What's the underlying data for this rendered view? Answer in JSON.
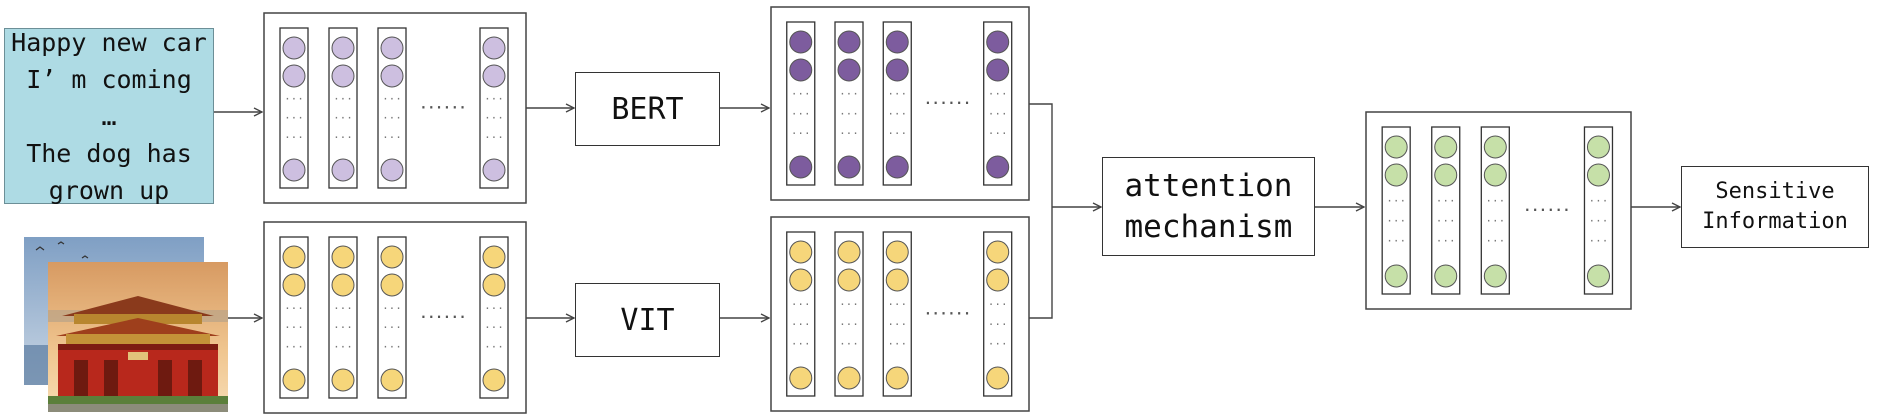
{
  "input_text": {
    "lines": [
      "Happy new car",
      "I’ m coming",
      "…",
      "The dog has",
      "grown up"
    ]
  },
  "processors": {
    "bert": "BERT",
    "vit": "VIT",
    "attention_line1": "attention",
    "attention_line2": "mechanism",
    "output_line1": "Sensitive",
    "output_line2": "Information"
  },
  "colors": {
    "text_input_bg": "#aedbe4",
    "light_purple": "#cdbfe0",
    "dark_purple": "#7d5c9e",
    "yellow": "#f6d67a",
    "green": "#c6e0a8"
  },
  "icons": {
    "image_input": "palace-photo-icon",
    "ellipsis_vertical": "···",
    "ellipsis_horizontal": "······"
  }
}
